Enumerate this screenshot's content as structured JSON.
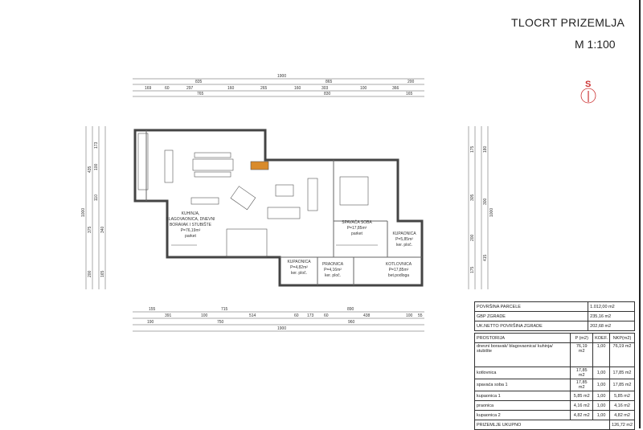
{
  "header": {
    "title": "TLOCRT PRIZEMLJA",
    "scale": "M 1:100",
    "north_label": "S"
  },
  "dims": {
    "top": {
      "total": "1900",
      "row2": [
        "835",
        "865",
        "200"
      ],
      "row3": [
        "169",
        "60",
        "297",
        "160",
        "265",
        "160",
        "303",
        "100",
        "366"
      ],
      "row4": [
        "765",
        "830",
        "165"
      ]
    },
    "bottom": {
      "row1": [
        "155",
        "715",
        "890"
      ],
      "row2": [
        "391",
        "100",
        "514",
        "60",
        "173",
        "60",
        "438",
        "100",
        "55"
      ],
      "row3": [
        "190",
        "750",
        "960"
      ],
      "total": "1900"
    },
    "left": {
      "total": "1000",
      "row2": [
        "435",
        "375",
        "200"
      ],
      "row3": [
        "173",
        "100",
        "110",
        "340",
        "165"
      ]
    },
    "right": {
      "total": "1000",
      "row2": [
        "180",
        "300",
        "415"
      ],
      "row3": [
        "175",
        "305",
        "200",
        "175"
      ]
    }
  },
  "rooms": [
    {
      "name1": "KUHINJA,",
      "name2": "BLAGOVAONICA, DNEVNI",
      "name3": "BORAVAK I STUBIŠTE",
      "area": "P=76,19m²",
      "floor": "parket"
    },
    {
      "name1": "SPAVAĆA SOBA",
      "area": "P=17,85m²",
      "floor": "parket"
    },
    {
      "name1": "KUPAONICA",
      "area": "P=5,85m²",
      "floor": "ker. ploč."
    },
    {
      "name1": "KUPAONICA",
      "area": "P=4,82m²",
      "floor": "ker. ploč."
    },
    {
      "name1": "PRAONICA",
      "area": "P=4,16m²",
      "floor": "ker. ploč."
    },
    {
      "name1": "KOTLOVNICA",
      "area": "P=17,85m²",
      "floor": "bet.podloga"
    }
  ],
  "summary": [
    {
      "label": "POVRŠINA PARCELE",
      "value": "1.012,00 m2"
    },
    {
      "label": "GBP ZGRADE",
      "value": "235,16 m2"
    },
    {
      "label": "UK.NETTO POVRŠINA ZGRADE",
      "value": "202,68 m2"
    }
  ],
  "areas_table": {
    "headers": [
      "PROSTORIJA",
      "P (m2)",
      "KOEF.",
      "NKP(m2)"
    ],
    "rows": [
      [
        "dnevni boravak/ blagovaonica/ kuhinja/ stubište",
        "76,19 m2",
        "1,00",
        "76,19 m2"
      ],
      [
        "kotlovnica",
        "17,85 m2",
        "1,00",
        "17,85 m2"
      ],
      [
        "spavaća soba 1",
        "17,85 m2",
        "1,00",
        "17,85 m2"
      ],
      [
        "kupaonica 1",
        "5,85 m2",
        "1,00",
        "5,85 m2"
      ],
      [
        "praonica",
        "4,16 m2",
        "1,00",
        "4,16 m2"
      ],
      [
        "kupaonica 2",
        "4,82 m2",
        "1,00",
        "4,82 m2"
      ]
    ],
    "total_label": "PRIZEMLJE UKUPNO",
    "total_value": "126,72 m2"
  }
}
